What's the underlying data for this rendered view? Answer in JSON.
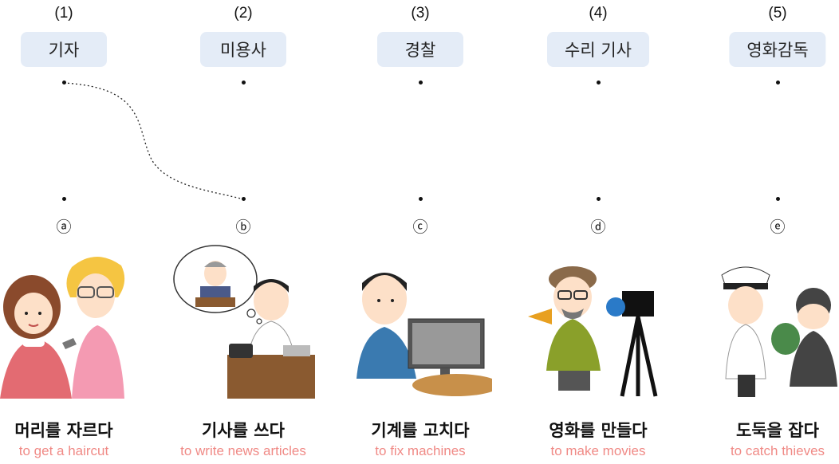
{
  "columns": [
    {
      "num": "(1)",
      "job": "기자",
      "letter": "ⓐ",
      "action_ko": "머리를 자르다",
      "action_en": "to get a haircut"
    },
    {
      "num": "(2)",
      "job": "미용사",
      "letter": "ⓑ",
      "action_ko": "기사를 쓰다",
      "action_en": "to write news articles"
    },
    {
      "num": "(3)",
      "job": "경찰",
      "letter": "ⓒ",
      "action_ko": "기계를 고치다",
      "action_en": "to fix machines"
    },
    {
      "num": "(4)",
      "job": "수리 기사",
      "letter": "ⓓ",
      "action_ko": "영화를 만들다",
      "action_en": "to make movies"
    },
    {
      "num": "(5)",
      "job": "영화감독",
      "letter": "ⓔ",
      "action_ko": "도둑을 잡다",
      "action_en": "to catch thieves"
    }
  ],
  "example_match": {
    "from": "(1)",
    "to": "ⓑ"
  },
  "colors": {
    "box_bg": "#e4ecf7",
    "english_text": "#f08a86"
  }
}
